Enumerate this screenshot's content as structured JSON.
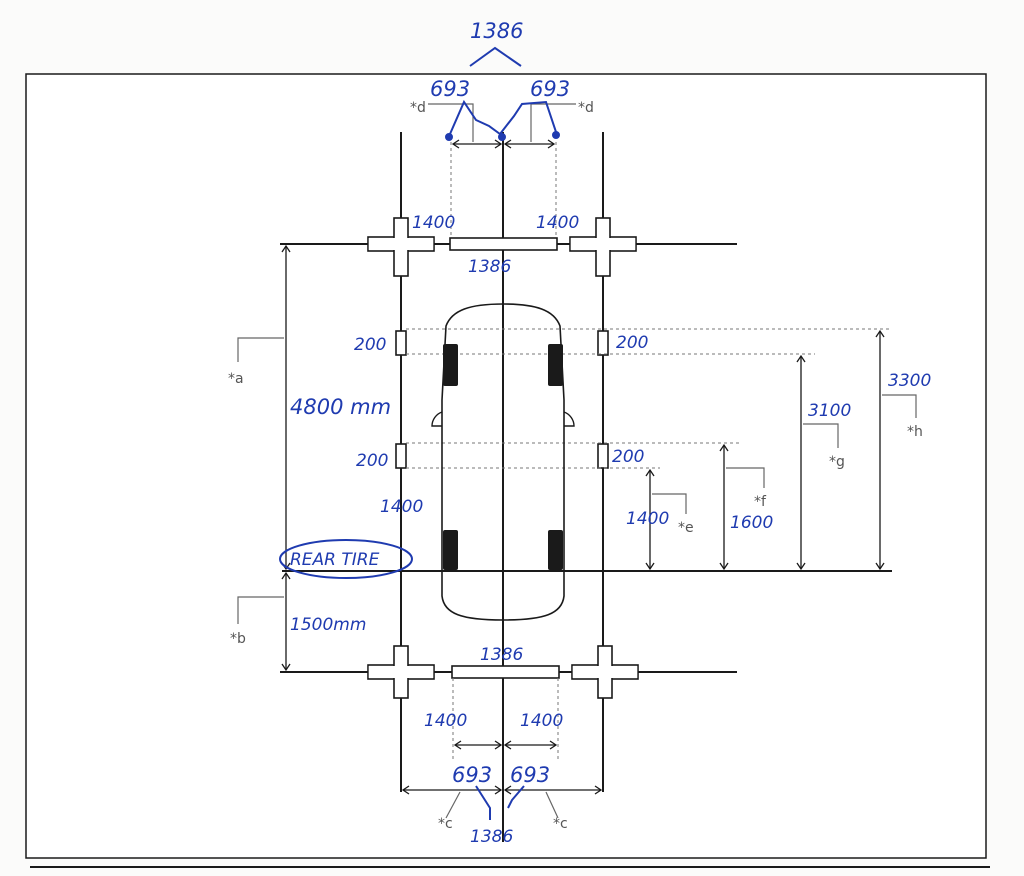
{
  "annotations": {
    "top_total": "1386",
    "top_left_half": "693",
    "top_right_half": "693",
    "top_left_1400": "1400",
    "top_right_1400": "1400",
    "top_bar": "1386",
    "left_200_upper": "200",
    "right_200_upper": "200",
    "left_200_lower": "200",
    "right_200_lower": "200",
    "left_1400": "1400",
    "front_distance": "4800 mm",
    "rear_distance": "1500mm",
    "rear_tire": "REAR TIRE",
    "dim_e": "1400",
    "dim_f": "1600",
    "dim_g": "3100",
    "dim_h": "3300",
    "bottom_bar": "1386",
    "bottom_left_1400": "1400",
    "bottom_right_1400": "1400",
    "bottom_left_half": "693",
    "bottom_right_half": "693",
    "bottom_total": "1386"
  },
  "labels": {
    "a": "*a",
    "b": "*b",
    "c_left": "*c",
    "c_right": "*c",
    "d_left": "*d",
    "d_right": "*d",
    "e": "*e",
    "f": "*f",
    "g": "*g",
    "h": "*h"
  },
  "colors": {
    "ink": "#1a1a1a",
    "handwriting": "#1f3bb0",
    "reference": "#555555"
  }
}
